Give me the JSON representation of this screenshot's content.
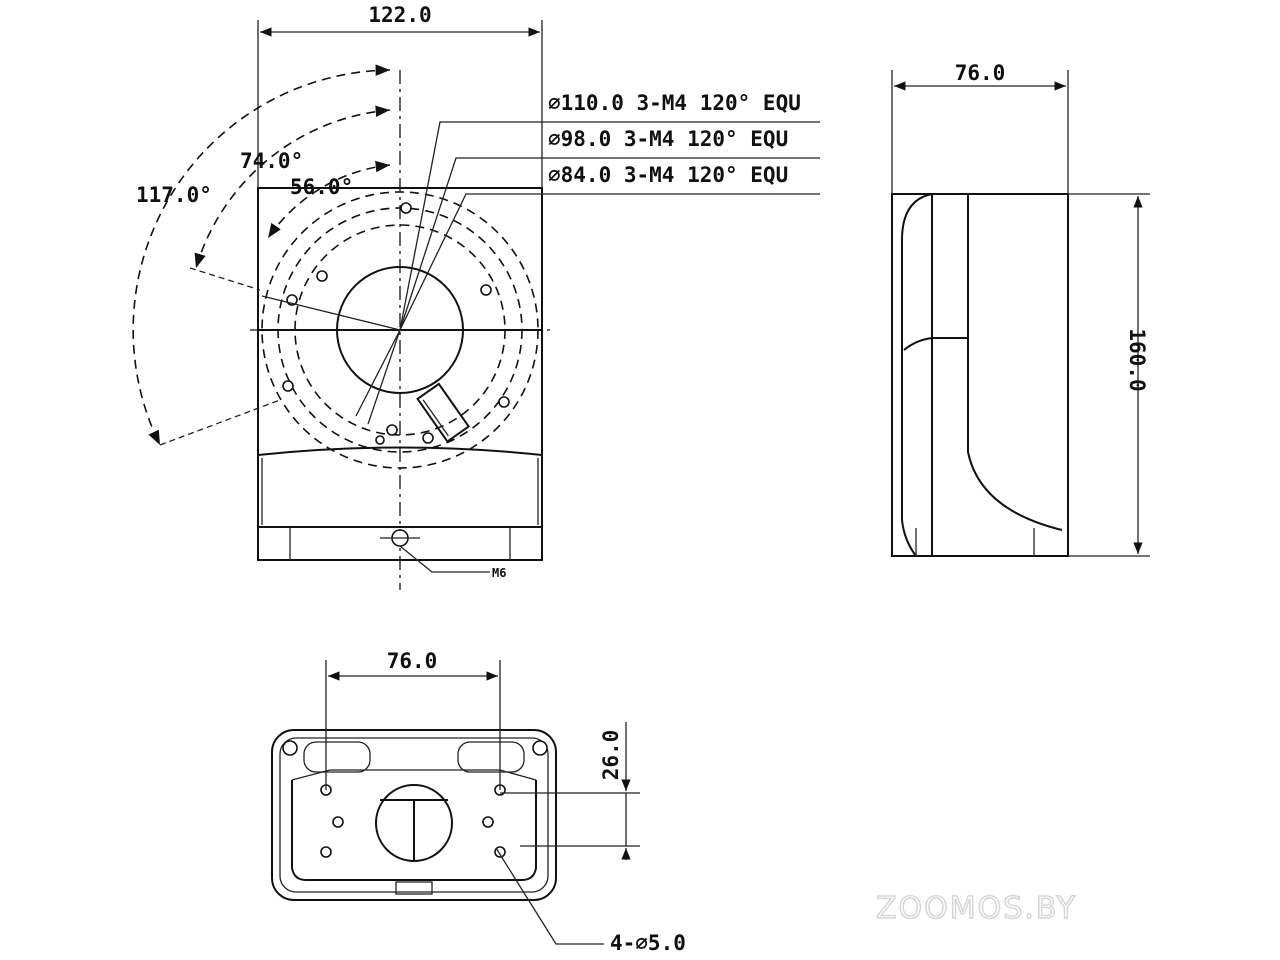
{
  "front_view": {
    "width_dim": "122.0",
    "angle_outer": "117.0°",
    "angle_mid": "74.0°",
    "angle_inner": "56.0°",
    "callouts": [
      "∅110.0  3-M4  120°  EQU",
      "∅98.0  3-M4  120°  EQU",
      "∅84.0  3-M4  120°  EQU"
    ],
    "thread_label": "M6"
  },
  "side_view": {
    "width_dim": "76.0",
    "height_dim": "160.0"
  },
  "bottom_view": {
    "spacing_dim": "76.0",
    "offset_dim": "26.0",
    "holes_label": "4-∅5.0"
  },
  "watermark": "ZOOMOS.BY"
}
